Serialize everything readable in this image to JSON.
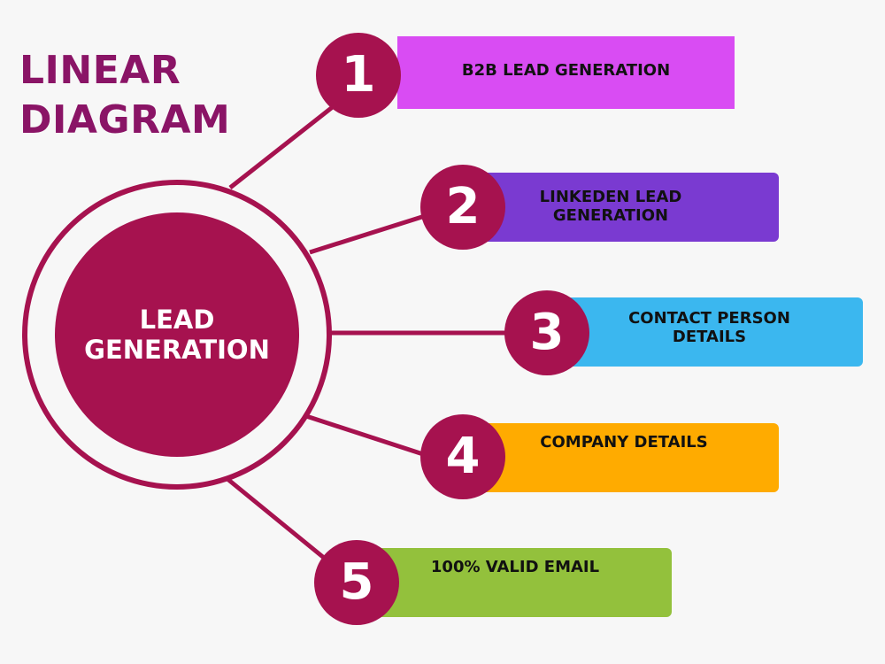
{
  "title": "LINEAR\nDIAGRAM",
  "center": {
    "label": "LEAD\nGENERATION"
  },
  "items": [
    {
      "number": "1",
      "label": "B2B LEAD GENERATION",
      "color": "#d94cf3"
    },
    {
      "number": "2",
      "label": "LINKEDEN LEAD\nGENERATION",
      "color": "#7a3ad1"
    },
    {
      "number": "3",
      "label": "CONTACT PERSON\nDETAILS",
      "color": "#3bb7ef"
    },
    {
      "number": "4",
      "label": "COMPANY DETAILS",
      "color": "#ffab00"
    },
    {
      "number": "5",
      "label": "100% VALID EMAIL",
      "color": "#93c13c"
    }
  ],
  "colors": {
    "accent": "#a6124f",
    "title": "#8a1466",
    "background": "#f7f7f7"
  }
}
